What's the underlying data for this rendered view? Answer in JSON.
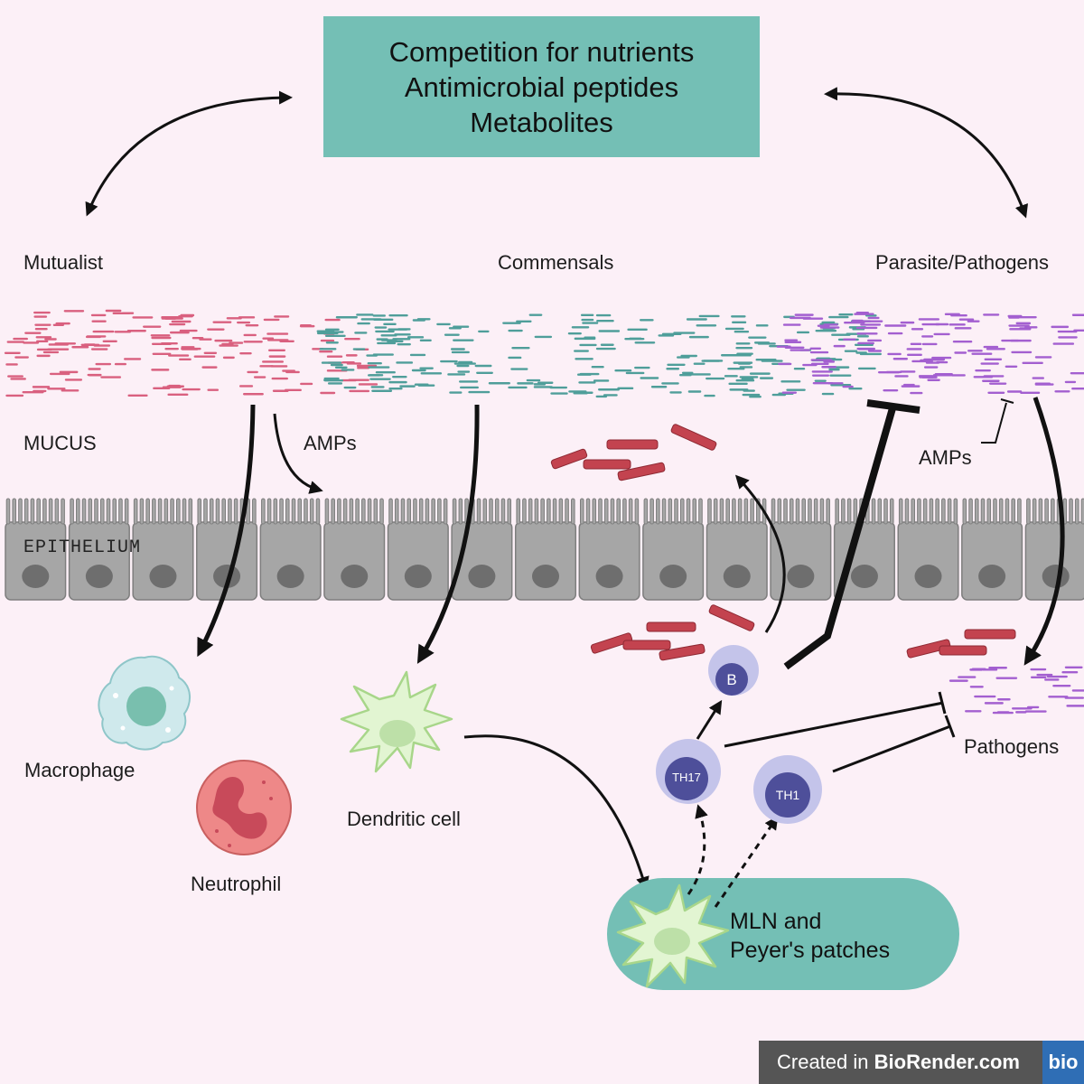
{
  "title_box": {
    "lines": [
      "Competition for nutrients",
      "Antimicrobial peptides",
      "Metabolites"
    ]
  },
  "labels": {
    "mutualist": "Mutualist",
    "commensals": "Commensals",
    "parasite": "Parasite/Pathogens",
    "mucus": "MUCUS",
    "amps_left": "AMPs",
    "amps_right": "AMPs",
    "epithelium": "EPITHELIUM",
    "macrophage": "Macrophage",
    "neutrophil": "Neutrophil",
    "dendritic": "Dendritic cell",
    "pathogens": "Pathogens",
    "b_cell": "B",
    "th17": "TH17",
    "th1": "TH1",
    "mln_line1": "MLN and",
    "mln_line2": "Peyer's patches"
  },
  "badge": {
    "prefix": "Created in ",
    "brand": "BioRender.com",
    "logo": "bio"
  },
  "colors": {
    "background": "#fcf0f7",
    "title_box": "#74bfb5",
    "mutualist": "#d9607f",
    "commensal": "#4f9e9a",
    "pathogen": "#a35fd0",
    "epithelium": "#a6a6a6",
    "antibody": "#c3434f",
    "lymphocyte": "#4e4f9a"
  }
}
